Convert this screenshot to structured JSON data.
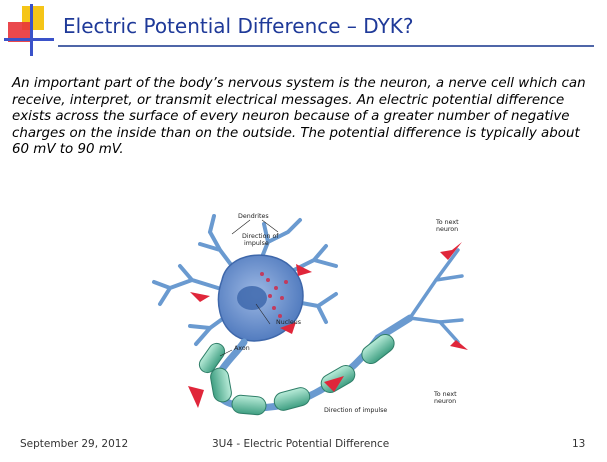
{
  "slide": {
    "title": "Electric Potential Difference – DYK?",
    "body": "An important part of the body’s nervous system is the neuron, a nerve cell which can receive, interpret, or transmit electrical messages.  An electric potential difference exists across the surface of every neuron because of a greater number of negative charges on the inside than on the outside.  The potential difference is typically about 60 mV to 90 mV.",
    "accent_colors": {
      "title": "#1f3a99",
      "rule": "#4f66a8",
      "logo_yellow": "#f5c518",
      "logo_red": "#e8343a",
      "logo_blue": "#3a52c9"
    }
  },
  "figure": {
    "labels": {
      "dendrites": "Dendrites",
      "direction_top_1": "Direction of",
      "direction_top_2": "impulse",
      "next_top_1": "To next",
      "next_top_2": "neuron",
      "nucleus": "Nucleus",
      "axon": "Axon",
      "direction_bottom": "Direction of impulse",
      "next_bottom_1": "To next",
      "next_bottom_2": "neuron"
    },
    "colors": {
      "cell_body": "#5b86c6",
      "dendrite": "#6a9ad0",
      "axon_sheath": "#7fcfb3",
      "arrow": "#e0263a",
      "charges": "#c23b5e"
    }
  },
  "footer": {
    "date": "September 29, 2012",
    "course": "3U4 - Electric Potential Difference",
    "page": "13"
  }
}
